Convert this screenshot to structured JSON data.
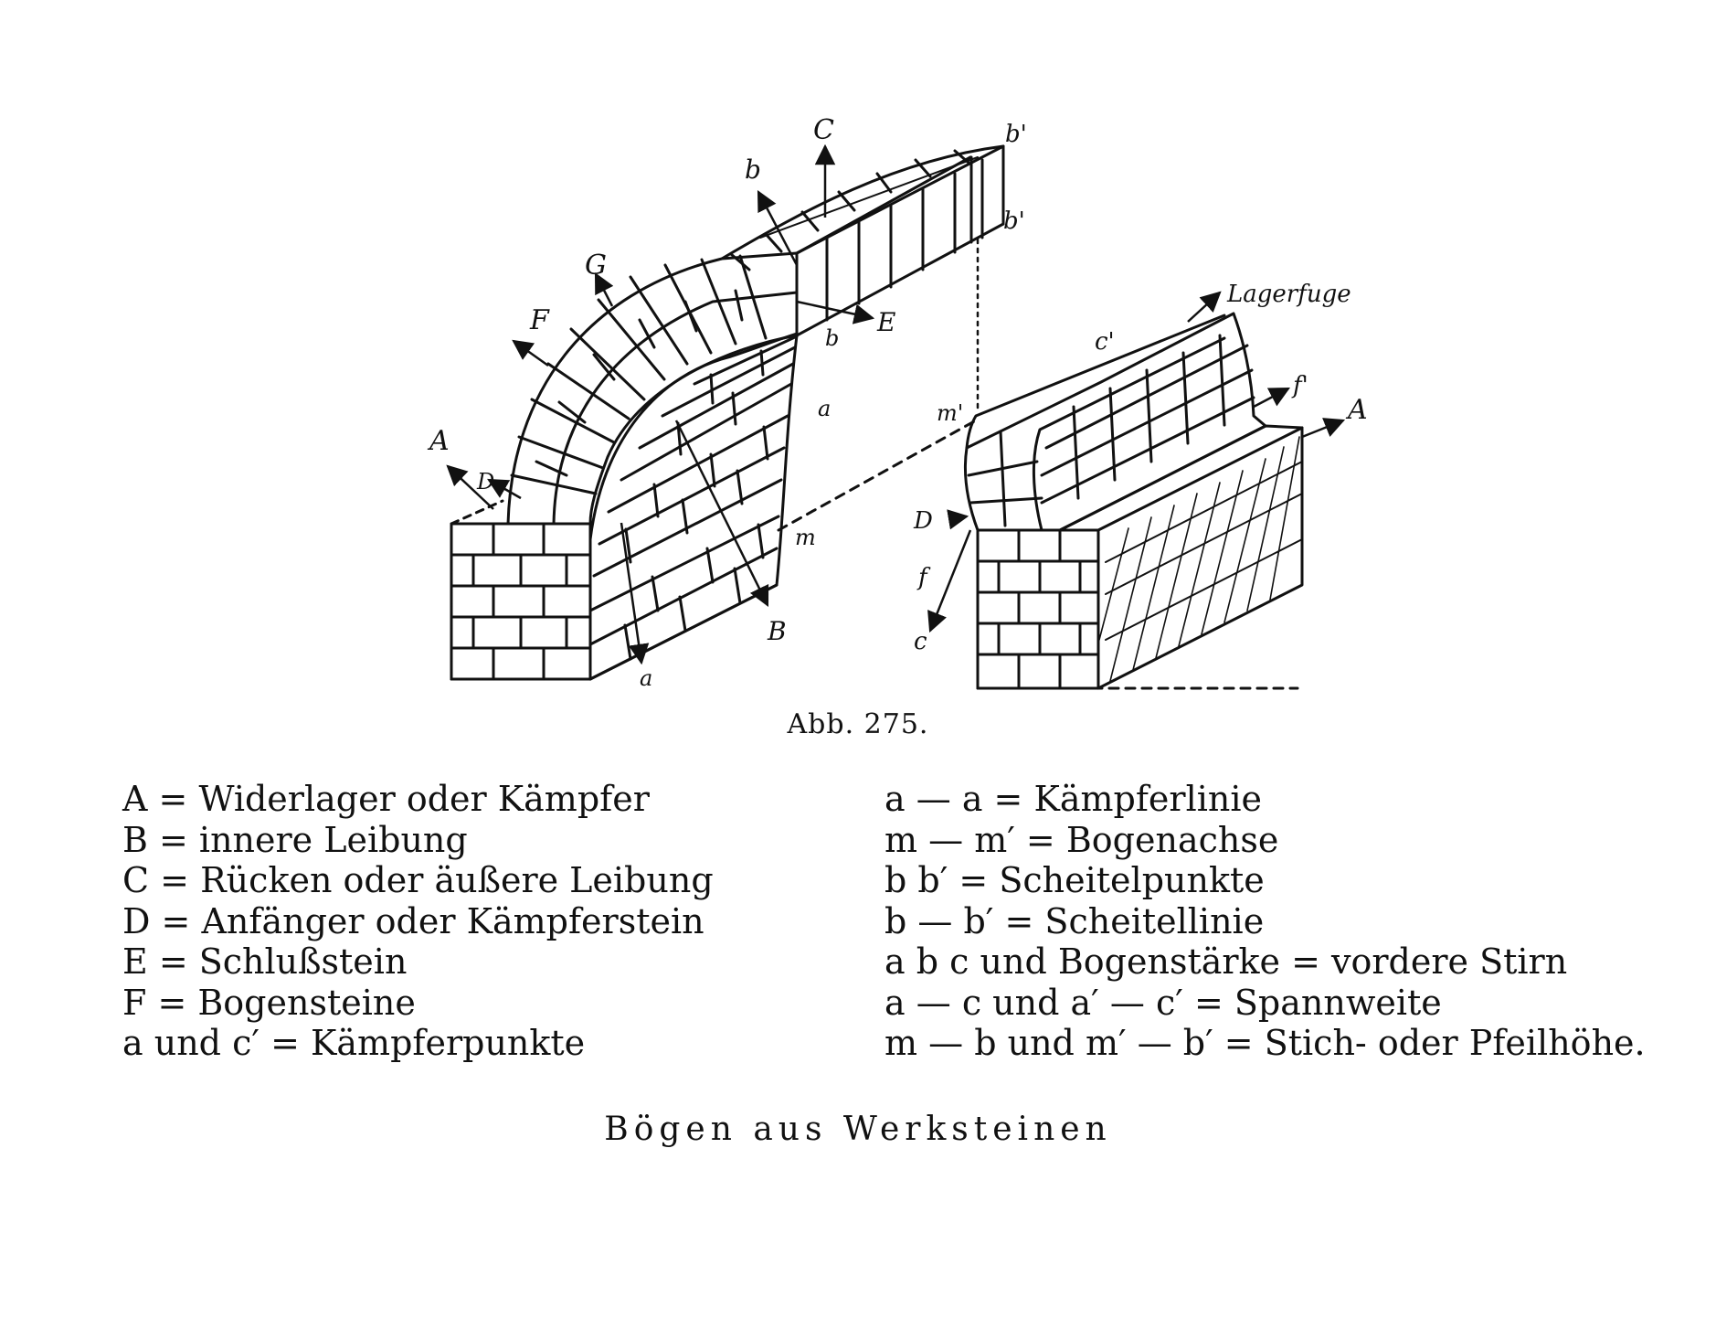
{
  "figure": {
    "caption": "Abb. 275.",
    "labels": {
      "A": "A",
      "B": "B",
      "C": "C",
      "D_left": "D",
      "D_right": "D",
      "E": "E",
      "F": "F",
      "F_right": "f'",
      "f_right": "f",
      "G": "G",
      "b_top": "b",
      "b_prime_top": "b'",
      "b_prime_mid": "b'",
      "b_inner": "b",
      "a_mid": "a",
      "a_bottom": "a",
      "m": "m",
      "m_prime": "m'",
      "c_prime": "c'",
      "c": "c",
      "A_right": "A",
      "lagerfuge": "Lagerfuge"
    }
  },
  "legend": {
    "left": [
      "A = Widerlager oder Kämpfer",
      "B = innere Leibung",
      "C = Rücken oder äußere Leibung",
      "D = Anfänger oder Kämpferstein",
      "E = Schlußstein",
      "F = Bogensteine",
      "a und c′ = Kämpferpunkte"
    ],
    "right": [
      "a — a = Kämpferlinie",
      "m — m′ = Bogenachse",
      "b b′ = Scheitelpunkte",
      "b — b′ = Scheitellinie",
      "a b c und Bogenstärke = vordere Stirn",
      "a — c und a′ — c′ = Spannweite",
      "m — b und m′ — b′ = Stich- oder Pfeilhöhe."
    ]
  },
  "title": "Bögen aus Werksteinen",
  "colors": {
    "ink": "#111111",
    "paper": "#ffffff"
  }
}
